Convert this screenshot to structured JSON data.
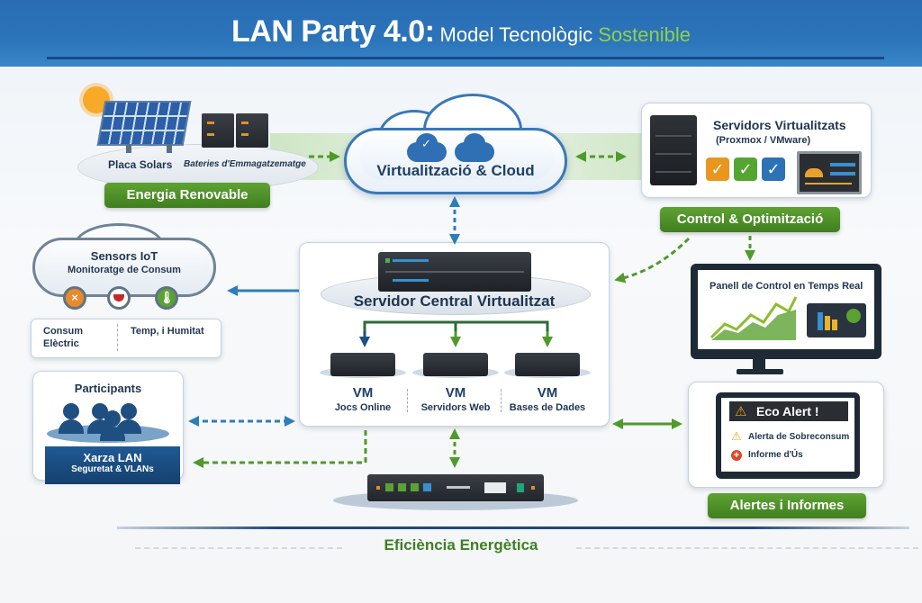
{
  "header": {
    "title_main": "LAN Party 4.0:",
    "title_sub": " Model Tecnològic ",
    "title_accent": "Sostenible"
  },
  "energy": {
    "solar_label": "Placa Solars",
    "battery_label": "Bateries d'Emmagatzematge",
    "badge": "Energia Renovable"
  },
  "cloud": {
    "label": "Virtualització & Cloud"
  },
  "servers": {
    "title": "Servidors Virtualitzats",
    "subtitle": "(Proxmox / VMware)",
    "badge": "Control & Optimització",
    "checks": [
      "✓",
      "✓",
      "✓"
    ]
  },
  "sensors": {
    "title": "Sensors IoT",
    "subtitle": "Monitoratge de Consum",
    "label_left": "Consum",
    "label_left2": "Elèctric",
    "label_right": "Temp, i Humitat"
  },
  "central": {
    "title": "Servidor Central Virtualitzat",
    "vms": [
      {
        "title": "VM",
        "sub": "Jocs Online"
      },
      {
        "title": "VM",
        "sub": "Servidors Web"
      },
      {
        "title": "VM",
        "sub": "Bases de Dades"
      }
    ]
  },
  "dashboard": {
    "title": "Panell de Control en Temps Real"
  },
  "alerts": {
    "header": "Eco Alert !",
    "item1": "Alerta de Sobreconsum",
    "item2": "Informe d'Ús",
    "badge": "Alertes i Informes"
  },
  "participants": {
    "title": "Participants",
    "network_title": "Xarza LAN",
    "network_sub": "Seguretat & VLANs"
  },
  "footer": {
    "label": "Eficiència Energètica"
  },
  "colors": {
    "header_blue": "#2b74ba",
    "accent_green": "#8fd14a",
    "badge_green": "#4f9129",
    "navy": "#1f4f80",
    "arrow_blue": "#2c7fb8",
    "arrow_green": "#4f9a2a"
  }
}
